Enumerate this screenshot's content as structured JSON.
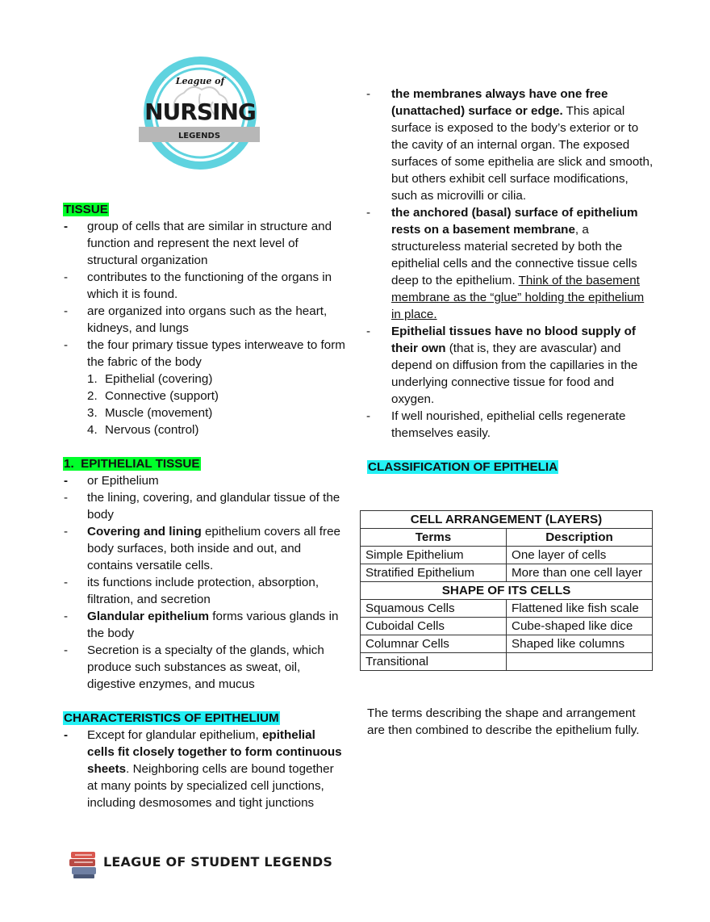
{
  "logo": {
    "line1": "League of",
    "line2": "NURSING",
    "line3": "LEGENDS",
    "colors": {
      "ring": "#5fd3df",
      "banner": "#b7b7b7",
      "text": "#1a1a1a"
    }
  },
  "tissue": {
    "heading": "TISSUE",
    "items": [
      "group of cells that are similar in structure and function and represent the next level of structural organization",
      "contributes to the functioning of the organs in which it is found.",
      "are organized into organs such as the heart, kidneys, and lungs",
      "the four primary tissue types interweave to form the fabric of the body"
    ],
    "types": [
      {
        "num": "1.",
        "label": "Epithelial (covering)"
      },
      {
        "num": "2.",
        "label": "Connective (support)"
      },
      {
        "num": "3.",
        "label": "Muscle (movement)"
      },
      {
        "num": "4.",
        "label": "Nervous (control)"
      }
    ]
  },
  "epithelial": {
    "heading": "1.  EPITHELIAL TISSUE",
    "item1": "or Epithelium",
    "item2": "the lining, covering, and glandular tissue of the body",
    "item3_bold": "Covering and lining",
    "item3_rest": " epithelium covers all free body surfaces, both inside and out, and contains versatile cells.",
    "item4": "its functions include protection, absorption, filtration, and secretion",
    "item5_bold": "Glandular epithelium",
    "item5_rest": " forms various glands in the body",
    "item6": "Secretion is a specialty of the glands, which produce such substances as sweat, oil, digestive enzymes, and mucus"
  },
  "characteristics": {
    "heading": "CHARACTERISTICS OF EPITHELIUM",
    "item1_pre": "Except for glandular epithelium, ",
    "item1_bold": "epithelial cells fit closely together to form continuous sheets",
    "item1_rest": ". Neighboring cells are bound together at many points by specialized cell junctions, including desmosomes and tight junctions",
    "item2_bold": "the membranes always have one free (unattached) surface or edge.",
    "item2_rest": " This apical surface is exposed to the body’s exterior or to the cavity of an internal organ. The exposed surfaces of some epithelia are slick and smooth, but others exhibit cell surface modifications, such as microvilli or cilia.",
    "item3_bold": "the anchored (basal) surface of epithelium rests on a basement membrane",
    "item3_rest": ", a structureless material secreted by both the epithelial cells and the connective tissue cells deep to the epithelium. ",
    "item3_underline": "Think of the basement membrane as the “glue” holding the epithelium in place.",
    "item4_bold": "Epithelial tissues have no blood supply of their own",
    "item4_rest": " (that is, they are avascular) and depend on diffusion from the capillaries in the underlying connective tissue for food and oxygen.",
    "item5": "If well nourished, epithelial cells regenerate themselves easily."
  },
  "classification": {
    "heading": "CLASSIFICATION OF EPITHELIA",
    "table": {
      "section1_title": "CELL ARRANGEMENT (LAYERS)",
      "col_terms": "Terms",
      "col_description": "Description",
      "arrangement_rows": [
        {
          "term": "Simple Epithelium",
          "description": "One layer of cells"
        },
        {
          "term": "Stratified Epithelium",
          "description": "More than one cell layer"
        }
      ],
      "section2_title": "SHAPE OF ITS CELLS",
      "shape_rows": [
        {
          "term": "Squamous Cells",
          "description": "Flattened like fish scale"
        },
        {
          "term": "Cuboidal Cells",
          "description": "Cube-shaped like dice"
        },
        {
          "term": "Columnar Cells",
          "description": "Shaped like columns"
        },
        {
          "term": "Transitional",
          "description": ""
        }
      ]
    },
    "closing": "The terms describing the shape and arrangement are then combined to describe the epithelium fully."
  },
  "footer": {
    "brand": "LEAGUE OF STUDENT LEGENDS",
    "icon": "stacked-books-icon"
  }
}
